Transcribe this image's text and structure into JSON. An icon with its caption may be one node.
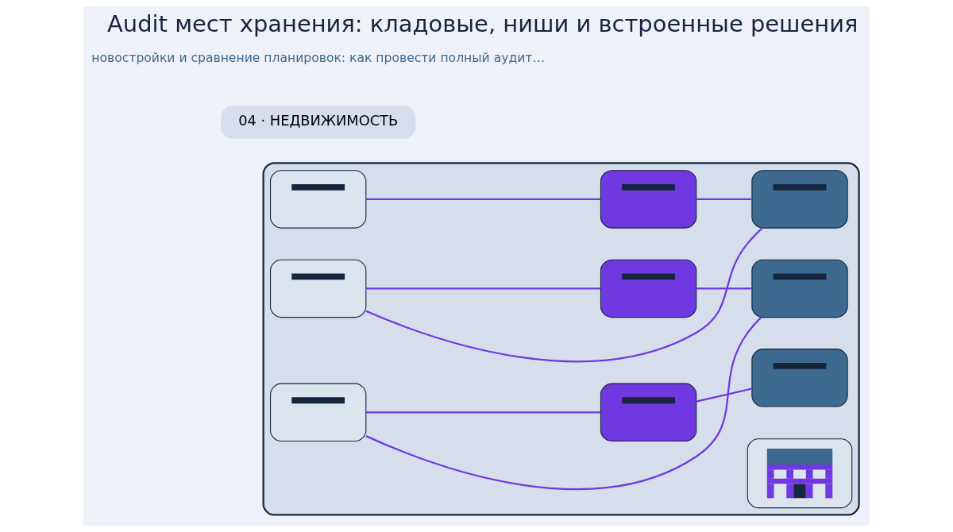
{
  "diagram": {
    "title": "Audit мест хранения: кладовые, ниши и встроенные решения",
    "caption": "новостройки и сравнение планировок: как провести полный аудит…",
    "nodes": [
      {
        "text": [],
        "shape": "box"
      },
      {
        "text": [],
        "shape": "box",
        "in": 0
      },
      {
        "text": [],
        "shape": "box",
        "in": 0
      },
      {
        "text": [],
        "shape": "box",
        "in": 0
      },
      {
        "text": [],
        "shape": "box",
        "in": 0
      },
      {
        "text": [],
        "shape": "box",
        "in": 0
      },
      {
        "text": [],
        "shape": "box",
        "in": 0
      },
      {
        "text": [],
        "shape": "box",
        "in": 0
      },
      {
        "text": [],
        "shape": "box",
        "in": 0
      },
      {
        "text": [],
        "shape": "box",
        "in": 0
      },
      {
        "text": [],
        "shape": "picture",
        "in": 0
      },
      {
        "text": [
          "04 · НЕДВИЖИМОСТЬ"
        ]
      }
    ],
    "edges": [
      {
        "from": 1,
        "to": 2,
        "arrow": "none"
      },
      {
        "from": 2,
        "to": 3,
        "arrow": "none"
      },
      {
        "from": 4,
        "to": 3,
        "arrow": "none"
      },
      {
        "from": 4,
        "to": 5,
        "arrow": "none"
      },
      {
        "from": 5,
        "to": 6,
        "arrow": "none"
      },
      {
        "from": 7,
        "to": 6,
        "arrow": "none"
      },
      {
        "from": 7,
        "to": 8,
        "arrow": "none"
      },
      {
        "from": 8,
        "to": 9,
        "arrow": "none"
      }
    ]
  }
}
